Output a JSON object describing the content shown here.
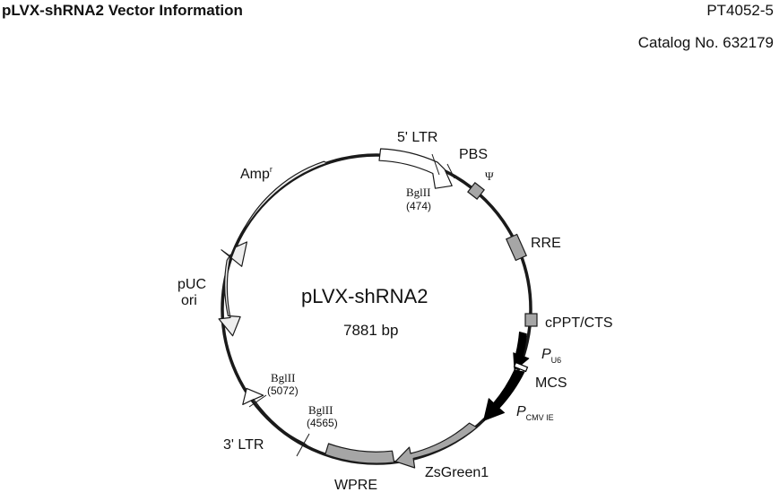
{
  "header": {
    "title": "pLVX-shRNA2 Vector Information",
    "doc_code": "PT4052-5",
    "catalog": "Catalog No. 632179"
  },
  "plasmid": {
    "name": "pLVX-shRNA2",
    "size": "7881 bp",
    "colors": {
      "backbone": "#1a1a1a",
      "light_feature": "#eeeeee",
      "white_feature": "#ffffff",
      "gray_feature": "#a6a6a6",
      "promoter": "#000000"
    },
    "features": [
      {
        "id": "ltr5",
        "label": "5' LTR",
        "kind": "arrow",
        "fill": "white"
      },
      {
        "id": "pbs",
        "label": "PBS",
        "kind": "site"
      },
      {
        "id": "psi",
        "label": "Ψ",
        "kind": "box"
      },
      {
        "id": "rre",
        "label": "RRE",
        "kind": "box"
      },
      {
        "id": "cppt",
        "label": "cPPT/CTS",
        "kind": "box"
      },
      {
        "id": "pu6",
        "label": "P",
        "sub": "U6",
        "kind": "arrow",
        "fill": "black"
      },
      {
        "id": "mcs",
        "label": "MCS",
        "kind": "site"
      },
      {
        "id": "pcmv",
        "label": "P",
        "sub": "CMV IE",
        "kind": "arrow",
        "fill": "black"
      },
      {
        "id": "zsgreen",
        "label": "ZsGreen1",
        "kind": "arrow",
        "fill": "gray"
      },
      {
        "id": "wpre",
        "label": "WPRE",
        "kind": "box"
      },
      {
        "id": "ltr3",
        "label": "3' LTR",
        "kind": "arrow",
        "fill": "white"
      },
      {
        "id": "ori",
        "label": "pUC",
        "label2": "ori",
        "kind": "arrow",
        "fill": "light"
      },
      {
        "id": "amp",
        "label": "Amp",
        "sup": "r",
        "kind": "arrow",
        "fill": "light"
      }
    ],
    "sites": [
      {
        "id": "bgl474",
        "name": "BglII",
        "pos": "(474)"
      },
      {
        "id": "bgl5072",
        "name": "BglII",
        "pos": "(5072)"
      },
      {
        "id": "bgl4565",
        "name": "BglII",
        "pos": "(4565)"
      }
    ]
  }
}
